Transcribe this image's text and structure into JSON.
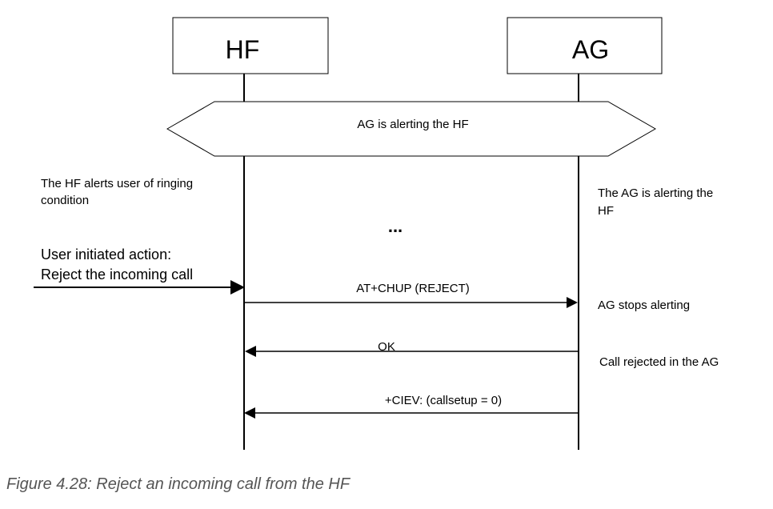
{
  "participants": {
    "hf": {
      "name": "HF"
    },
    "ag": {
      "name": "AG"
    }
  },
  "banner": {
    "text": "AG is alerting the HF"
  },
  "notes": {
    "hf_alert_line1": "The HF alerts user of ringing",
    "hf_alert_line2": "condition",
    "ag_alert_line1": "The AG is alerting the",
    "ag_alert_line2": "HF",
    "ellipsis": "...",
    "user_action_line1": "User initiated action:",
    "user_action_line2": "Reject the incoming call",
    "ag_stops": "AG stops alerting",
    "call_rejected": "Call rejected in the AG"
  },
  "messages": {
    "chup": {
      "label": "AT+CHUP (REJECT)",
      "from": "HF",
      "to": "AG"
    },
    "ok": {
      "label": "OK",
      "from": "AG",
      "to": "HF"
    },
    "ciev": {
      "label": "+CIEV: (callsetup = 0)",
      "from": "AG",
      "to": "HF"
    }
  },
  "caption": "Figure 4.28: Reject an incoming call from the HF"
}
